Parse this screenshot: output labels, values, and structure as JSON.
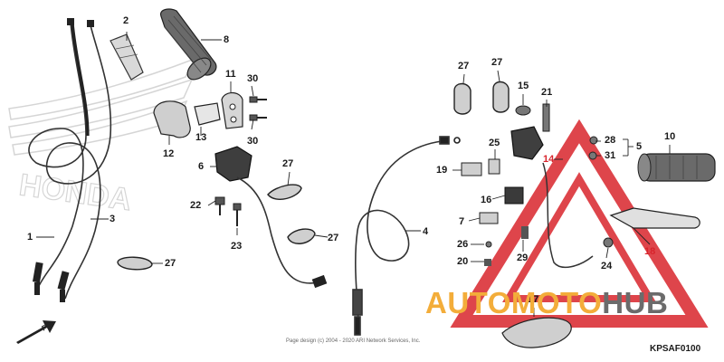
{
  "diagram": {
    "code": "KPSAF0100",
    "copyright": "Page design (c) 2004 - 2020 ARI Network Services, Inc.",
    "front_marker": "FR.",
    "background_brand": "HONDA",
    "watermark": {
      "part1": "AUTOMOTO",
      "part2": "HUB",
      "color1": "#f3ad3a",
      "color2": "#6b6b6b",
      "triangle_color": "#d8242c"
    },
    "callouts": {
      "c1": "1",
      "c2": "2",
      "c3": "3",
      "c4": "4",
      "c5": "5",
      "c6": "6",
      "c7": "7",
      "c8": "8",
      "c10": "10",
      "c11": "11",
      "c12": "12",
      "c13": "13",
      "c14": "14",
      "c16": "16",
      "c17": "17",
      "c18": "18",
      "c19": "19",
      "c20": "20",
      "c21": "21",
      "c22": "22",
      "c23": "23",
      "c24": "24",
      "c25": "25",
      "c26": "26",
      "c28": "28",
      "c29": "29",
      "c31": "31",
      "c27a": "27",
      "c27b": "27",
      "c27c": "27",
      "c27d": "27",
      "c27e": "27",
      "c30a": "30",
      "c30b": "30"
    }
  }
}
